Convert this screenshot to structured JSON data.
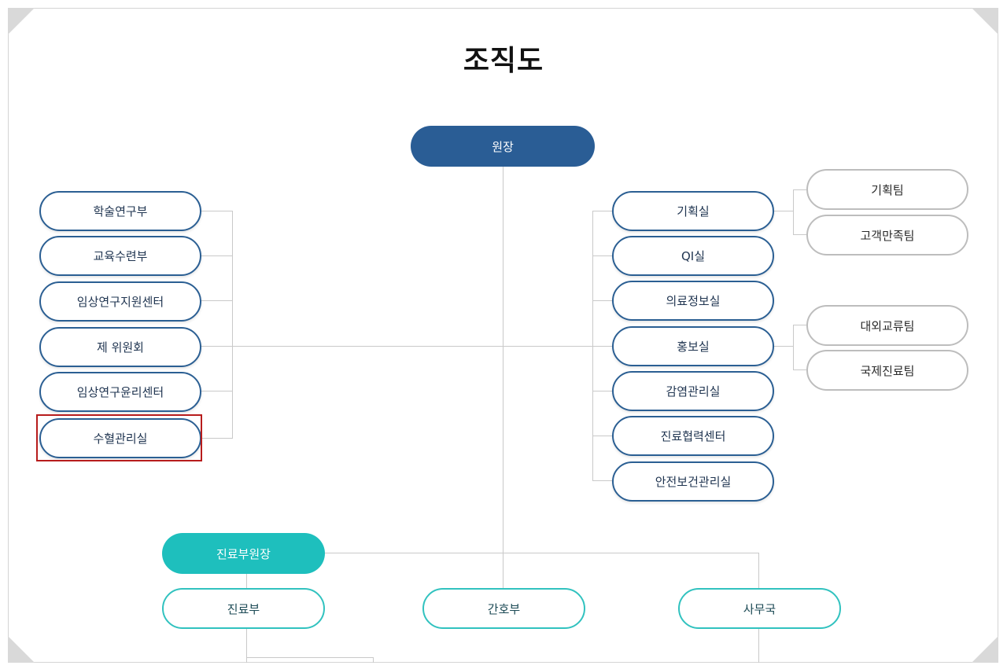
{
  "title": "조직도",
  "top": {
    "director": "원장"
  },
  "left_departments": [
    "학술연구부",
    "교육수련부",
    "임상연구지원센터",
    "제 위원회",
    "임상연구윤리센터",
    "수혈관리실"
  ],
  "right_offices": [
    "기획실",
    "QI실",
    "의료정보실",
    "홍보실",
    "감염관리실",
    "진료협력센터",
    "안전보건관리실"
  ],
  "planning_teams": [
    "기획팀",
    "고객만족팀"
  ],
  "pr_teams": [
    "대외교류팀",
    "국제진료팀"
  ],
  "bottom": {
    "vice_director": "진료부원장",
    "medical_dept": "진료부",
    "nursing_dept": "간호부",
    "admin_dept": "사무국"
  },
  "colors": {
    "navy": "#2a5d95",
    "teal": "#1ebfbd",
    "gray_border": "#bdbdbd",
    "highlight": "#b71c1c"
  }
}
